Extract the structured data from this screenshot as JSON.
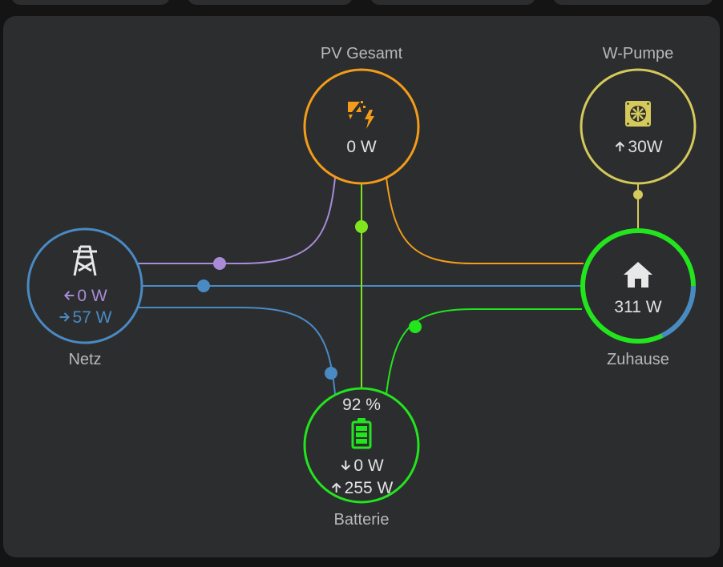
{
  "colors": {
    "background": "#141414",
    "card": "#2c2d2f",
    "grid": "#4a8ac4",
    "grid_return": "#a98bd8",
    "solar": "#f39c1a",
    "battery": "#22e51e",
    "battery_link": "#7fe51e",
    "heatpump": "#d4c95a",
    "home_icon": "#e8e8e8"
  },
  "nodes": {
    "solar": {
      "label": "PV Gesamt",
      "value": "0 W",
      "icon": "solar-power-icon"
    },
    "heatpump": {
      "label": "W-Pumpe",
      "value": "30W",
      "icon": "heat-pump-icon"
    },
    "grid": {
      "label": "Netz",
      "return_value": "0 W",
      "consumption_value": "57 W",
      "icon": "transmission-tower-icon"
    },
    "home": {
      "label": "Zuhause",
      "value": "311 W",
      "icon": "home-icon"
    },
    "battery": {
      "label": "Batterie",
      "state_of_charge": "92 %",
      "in_value": "0 W",
      "out_value": "255 W",
      "icon": "battery-icon"
    }
  }
}
